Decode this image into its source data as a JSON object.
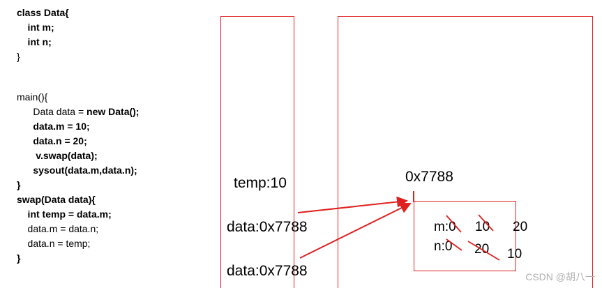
{
  "code_class": [
    {
      "text": "class Data{",
      "bold": true
    },
    {
      "text": "    int m;",
      "bold": true
    },
    {
      "text": "    int n;",
      "bold": true
    },
    {
      "text": "}",
      "bold": false
    }
  ],
  "code_main": [
    {
      "parts": [
        {
          "t": "main(){",
          "b": false
        }
      ]
    },
    {
      "parts": [
        {
          "t": "      Data data = ",
          "b": false
        },
        {
          "t": "new Data();",
          "b": true
        }
      ]
    },
    {
      "parts": [
        {
          "t": "      data.m = 10;",
          "b": true
        }
      ]
    },
    {
      "parts": [
        {
          "t": "      data.n = 20;",
          "b": true
        }
      ]
    },
    {
      "parts": [
        {
          "t": "       v.swap(data);",
          "b": true
        }
      ]
    },
    {
      "parts": [
        {
          "t": "      sysout(data.m,data.n);",
          "b": true
        }
      ]
    },
    {
      "parts": [
        {
          "t": "}",
          "b": true
        }
      ]
    },
    {
      "parts": [
        {
          "t": "swap(Data data){",
          "b": true
        }
      ]
    },
    {
      "parts": [
        {
          "t": "    int temp = data.m;",
          "b": true
        }
      ]
    },
    {
      "parts": [
        {
          "t": "    data.m = data.n;",
          "b": false
        }
      ]
    },
    {
      "parts": [
        {
          "t": "    data.n = temp;",
          "b": false
        }
      ]
    },
    {
      "parts": [
        {
          "t": "}",
          "b": true
        }
      ]
    }
  ],
  "stack": {
    "temp": "temp:10",
    "data_swap": "data:0x7788",
    "data_main": "data:0x7788"
  },
  "heap": {
    "address": "0x7788",
    "m_label": "m:0",
    "m_v1": "10",
    "m_v2": "20",
    "n_label": "n:0",
    "n_v1": "20",
    "n_v2": "10"
  },
  "watermark": "CSDN @胡八一",
  "colors": {
    "box": "#e02020",
    "arrow": "#e02020",
    "text": "#000000"
  }
}
